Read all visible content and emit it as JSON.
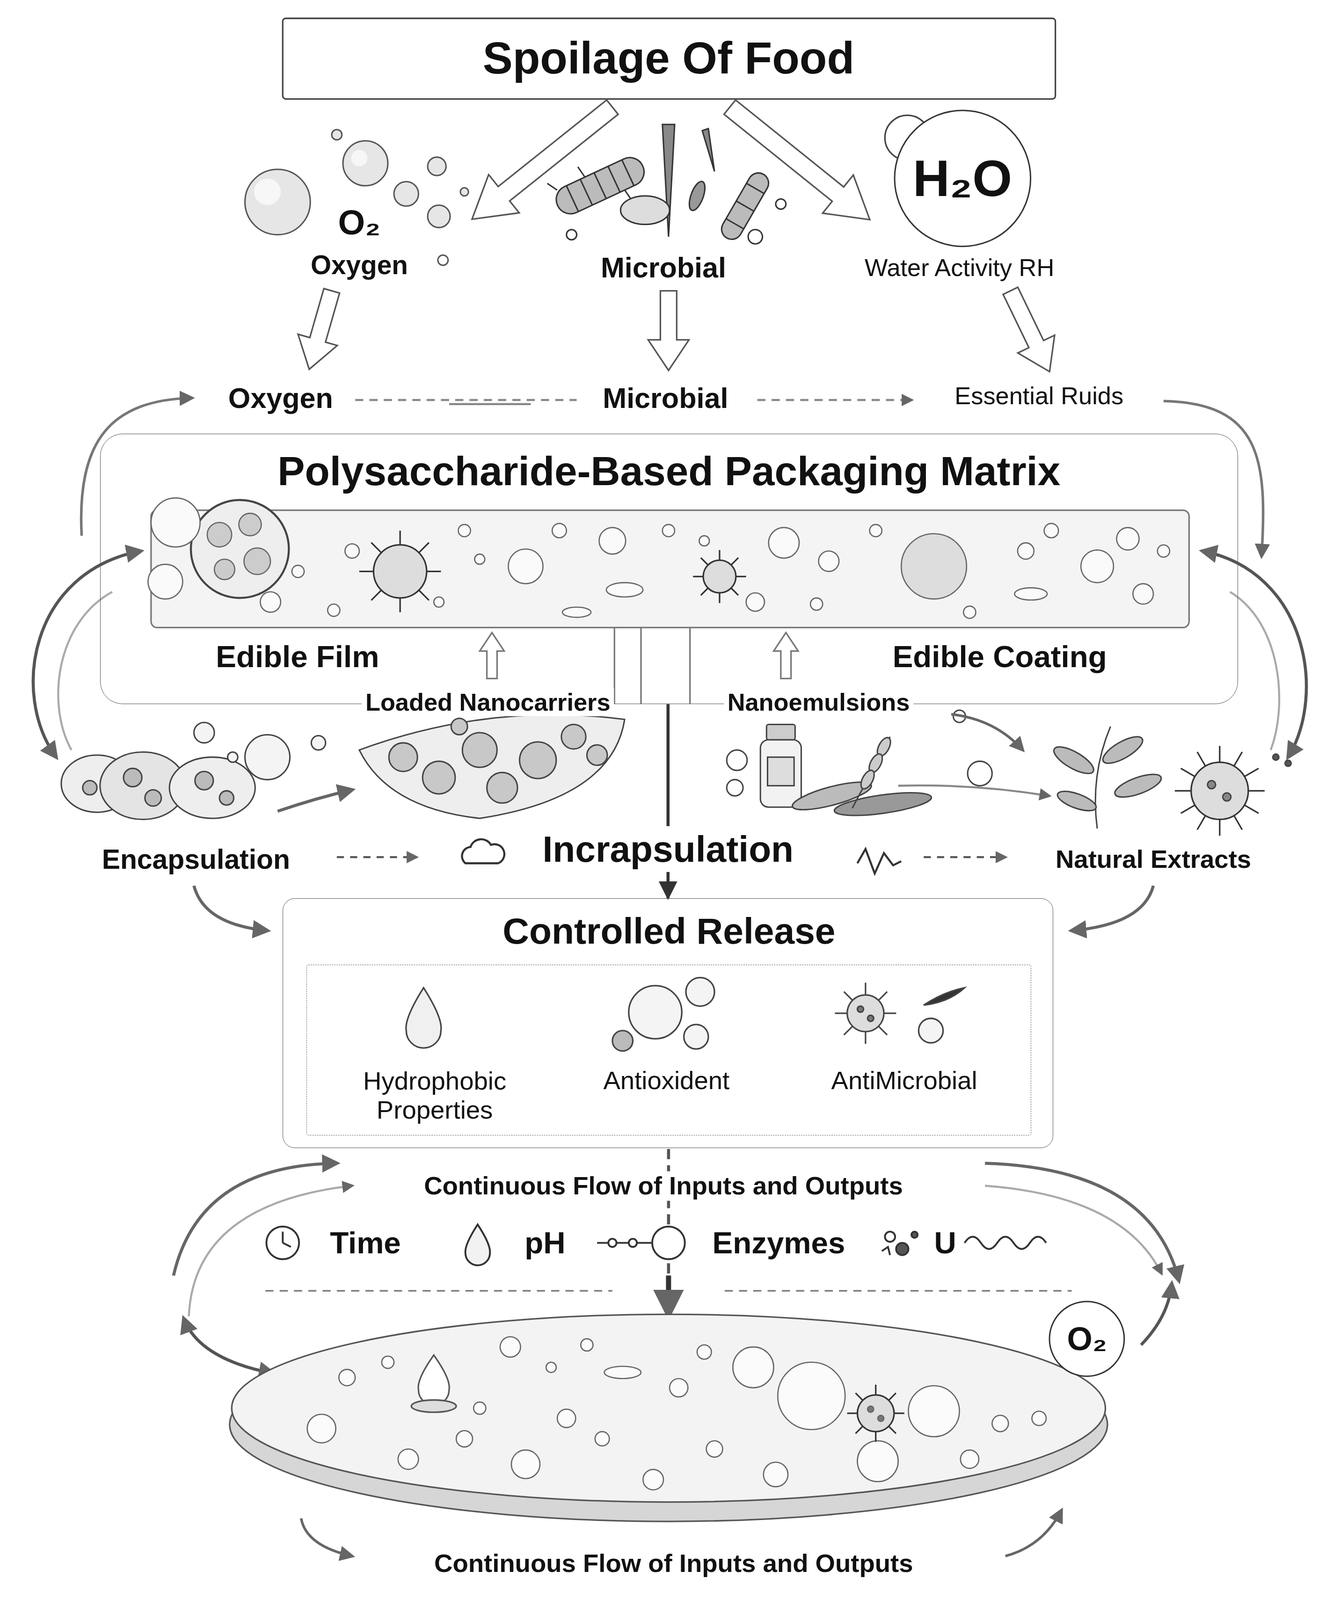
{
  "diagram": {
    "title": "Spoilage Of Food",
    "nodes": [
      {
        "text": [
          "Polysaccharide-Based Packaging Matrix",
          "Edible Film",
          "Edible Coating"
        ]
      },
      {
        "text": [
          "Controlled Release"
        ]
      },
      {
        "text": [
          "Hydrophobic Properties",
          "Antioxident",
          "AntiMicrobial"
        ],
        "in": 1
      },
      {
        "text": [
          "H₂O"
        ]
      },
      {
        "text": [
          "O₂"
        ]
      }
    ],
    "edges": [
      {
        "from": 0,
        "to": 1,
        "arrow": "to",
        "label": "Incrapsulation"
      }
    ],
    "labels": [
      "O₂",
      "Oxygen",
      "Microbial",
      "Water Activity RH",
      "Oxygen",
      "Microbial",
      "Essential Ruids",
      "Loaded Nanocarriers",
      "Nanoemulsions",
      "Encapsulation",
      "Natural Extracts",
      "Continuous Flow of Inputs and Outputs",
      "Time",
      "pH",
      "Enzymes",
      "U",
      "Continuous Flow of Inputs and Outputs"
    ]
  }
}
